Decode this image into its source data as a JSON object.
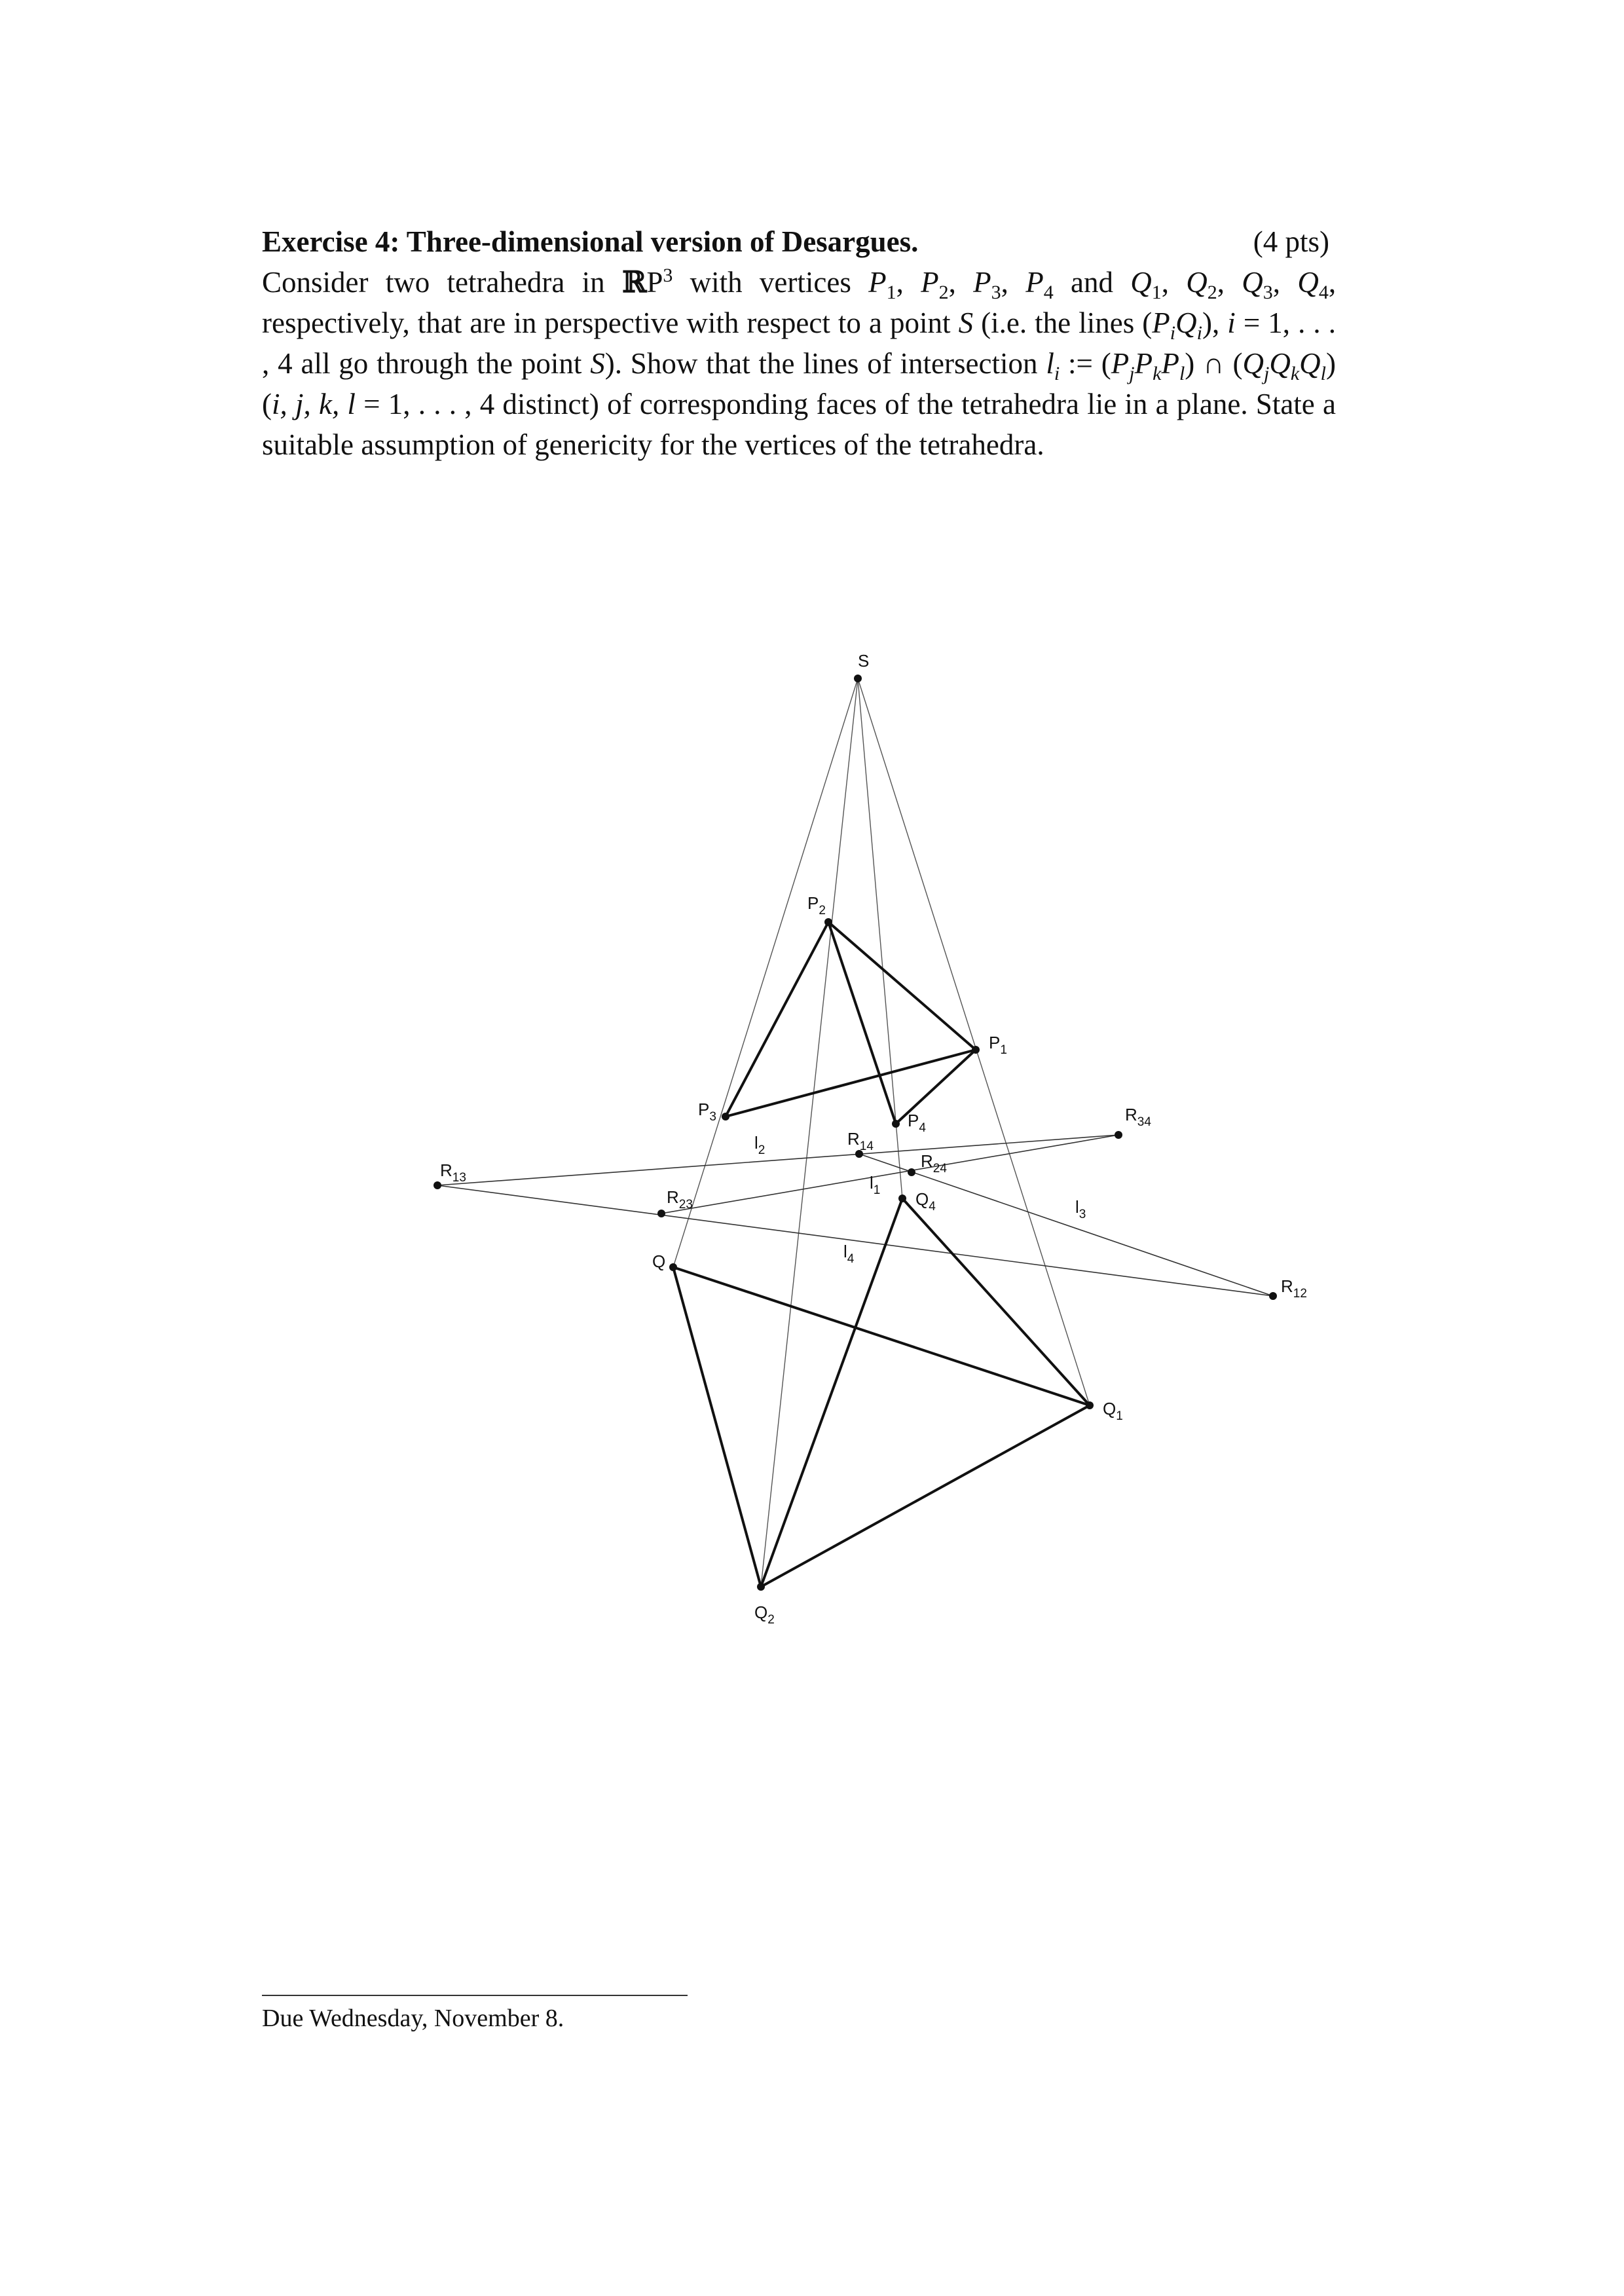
{
  "exercise": {
    "title": "Exercise 4: Three-dimensional version of Desargues.",
    "points": "(4 pts)"
  },
  "figure": {
    "vertices": [
      {
        "id": "S",
        "base": "S",
        "sub": ""
      },
      {
        "id": "P1",
        "base": "P",
        "sub": "1"
      },
      {
        "id": "P2",
        "base": "P",
        "sub": "2"
      },
      {
        "id": "P3",
        "base": "P",
        "sub": "3"
      },
      {
        "id": "P4",
        "base": "P",
        "sub": "4"
      },
      {
        "id": "Q1",
        "base": "Q",
        "sub": "1"
      },
      {
        "id": "Q2",
        "base": "Q",
        "sub": "2"
      },
      {
        "id": "Q3",
        "base": "Q",
        "sub": ""
      },
      {
        "id": "Q4",
        "base": "Q",
        "sub": "4"
      },
      {
        "id": "R12",
        "base": "R",
        "sub": "12"
      },
      {
        "id": "R13",
        "base": "R",
        "sub": "13"
      },
      {
        "id": "R14",
        "base": "R",
        "sub": "14"
      },
      {
        "id": "R23",
        "base": "R",
        "sub": "23"
      },
      {
        "id": "R24",
        "base": "R",
        "sub": "24"
      },
      {
        "id": "R34",
        "base": "R",
        "sub": "34"
      }
    ],
    "line_labels": [
      {
        "id": "l1",
        "base": "l",
        "sub": "1"
      },
      {
        "id": "l2",
        "base": "l",
        "sub": "2"
      },
      {
        "id": "l3",
        "base": "l",
        "sub": "3"
      },
      {
        "id": "l4",
        "base": "l",
        "sub": "4"
      }
    ],
    "projection_lines": [
      [
        "S",
        "P1",
        "Q1"
      ],
      [
        "S",
        "P2",
        "Q2"
      ],
      [
        "S",
        "P3",
        "Q3"
      ],
      [
        "S",
        "P4",
        "Q4"
      ]
    ],
    "tetrahedron_P_edges": [
      [
        "P1",
        "P2"
      ],
      [
        "P1",
        "P3"
      ],
      [
        "P1",
        "P4"
      ],
      [
        "P2",
        "P3"
      ],
      [
        "P2",
        "P4"
      ]
    ],
    "tetrahedron_Q_edges": [
      [
        "Q1",
        "Q2"
      ],
      [
        "Q1",
        "Q3"
      ],
      [
        "Q1",
        "Q4"
      ],
      [
        "Q2",
        "Q3"
      ],
      [
        "Q2",
        "Q4"
      ]
    ],
    "intersection_lines": [
      [
        "R13",
        "R34"
      ],
      [
        "R13",
        "R12"
      ],
      [
        "R23",
        "R34"
      ],
      [
        "R14",
        "R12"
      ]
    ]
  },
  "footnote": {
    "text": "Due Wednesday, November 8."
  },
  "colors": {
    "ink": "#111111",
    "thin_line": "#555555",
    "paper": "#ffffff"
  }
}
